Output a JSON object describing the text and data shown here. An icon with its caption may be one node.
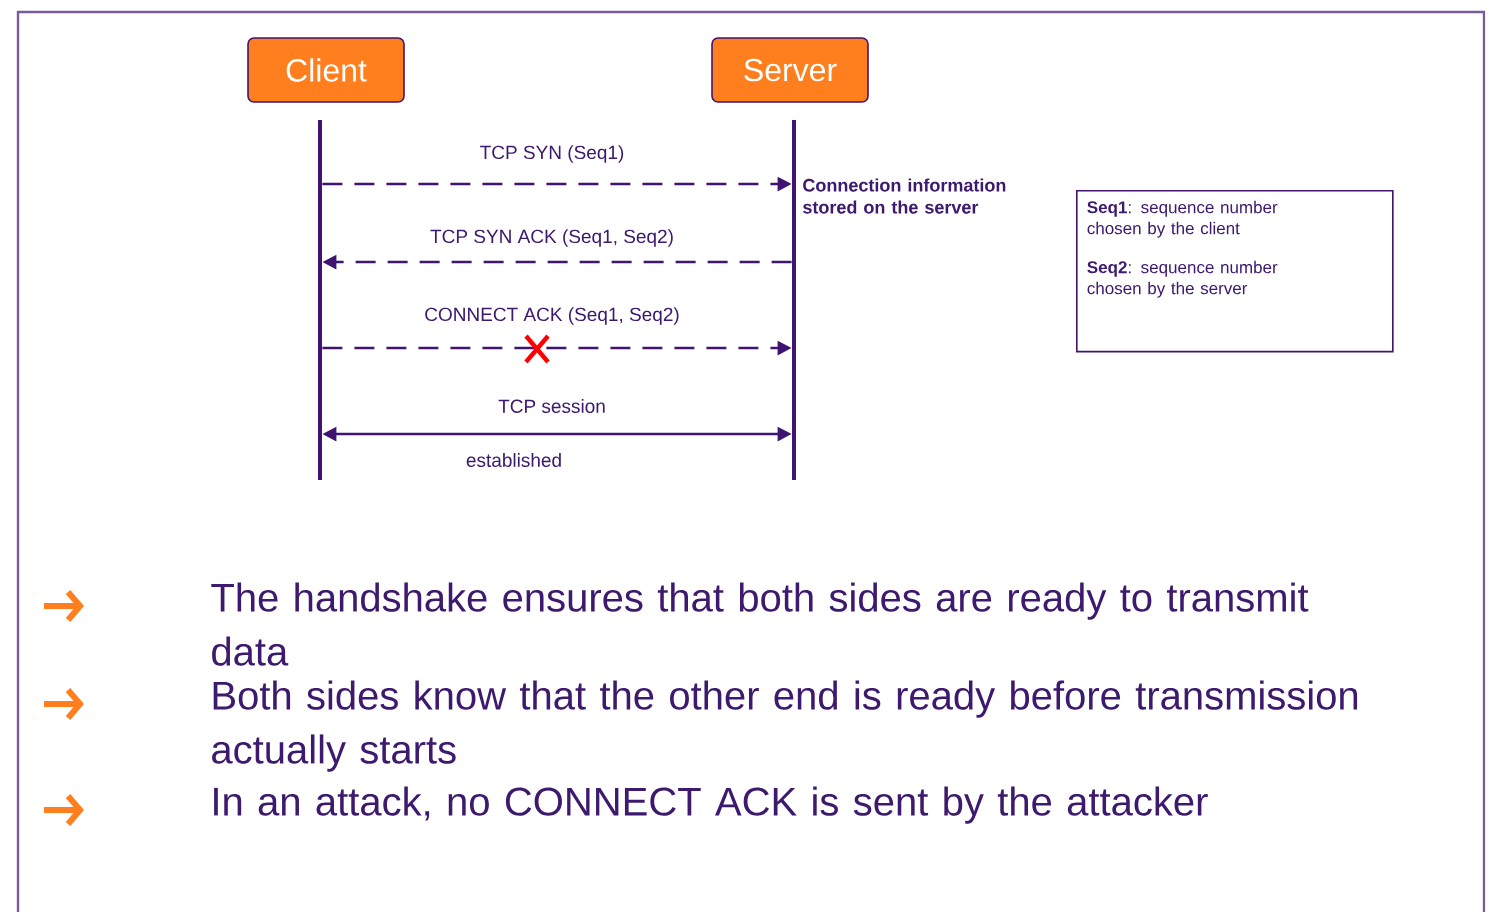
{
  "diagram": {
    "nodes": [
      {
        "text": [
          "Client"
        ]
      },
      {
        "text": [
          "Server"
        ]
      },
      {
        "text": [],
        "shape": "bar"
      },
      {
        "text": [],
        "shape": "bar"
      },
      {
        "text": [
          "**Seq1**: sequence number chosen by the client",
          "**Seq2**: sequence number chosen by the server"
        ]
      }
    ],
    "edges": [
      {
        "from": 2,
        "to": 3,
        "arrow": "to",
        "style": "dashed",
        "label": "TCP SYN (Seq1)"
      },
      {
        "from": 3,
        "to": 2,
        "arrow": "to",
        "style": "dashed",
        "label": "TCP SYN ACK (Seq1, Seq2)"
      },
      {
        "from": 2,
        "to": 3,
        "arrow": "to",
        "style": "dashed",
        "label": "CONNECT ACK (Seq1, Seq2)"
      },
      {
        "from": 2,
        "to": 3,
        "arrow": "both",
        "label": "TCP session"
      }
    ],
    "labels": [
      "Connection information stored on the server",
      "established",
      "The handshake ensures that both sides are ready to transmit data",
      "Both sides know that the other end is ready before transmission actually starts",
      "In an attack, no CONNECT ACK is sent by the attacker"
    ]
  }
}
